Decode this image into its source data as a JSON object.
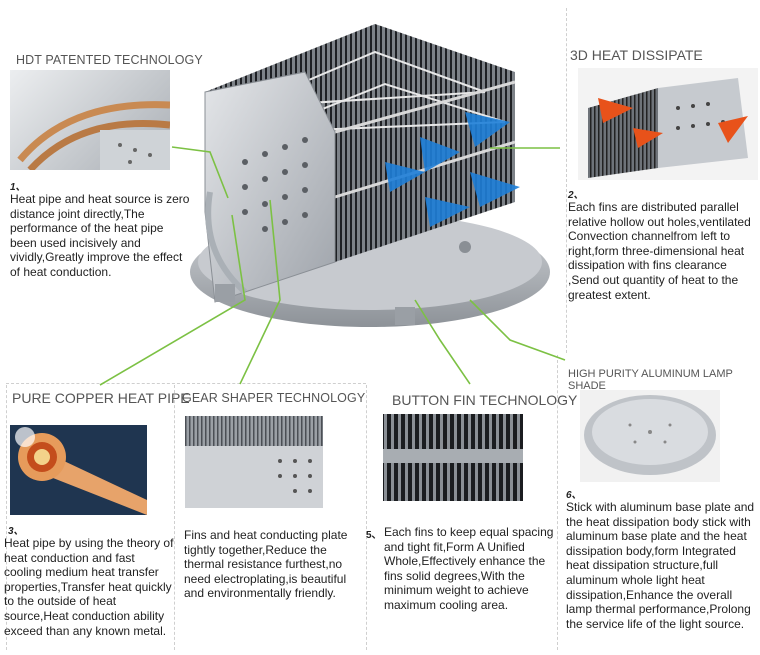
{
  "sections": {
    "s1": {
      "title": "HDT PATENTED TECHNOLOGY",
      "number": "1、",
      "text": "Heat pipe and heat source is zero distance joint directly,The performance of the heat pipe been used incisively and vividly,Greatly improve the effect of heat conduction."
    },
    "s2": {
      "title": "3D HEAT DISSIPATE",
      "number": "2、",
      "text": "Each fins are distributed parallel relative hollow out holes,ventilated Convection channelfrom left to right,form three-dimensional heat dissipation with fins clearance ,Send out quantity of heat to the greatest extent."
    },
    "s3": {
      "title": "PURE COPPER HEAT PIPE",
      "number": "3、",
      "text": "Heat pipe by using the theory of heat conduction and fast cooling medium heat transfer properties,Transfer heat quickly to the outside of heat source,Heat conduction ability exceed than any known metal."
    },
    "s4": {
      "title": "GEAR SHAPER  TECHNOLOGY",
      "text": "Fins and heat conducting plate tightly together,Reduce the thermal resistance furthest,no need electroplating,is beautiful and environmentally friendly."
    },
    "s5": {
      "title": "BUTTON FIN TECHNOLOGY",
      "number": "5、",
      "text": "Each fins to keep equal spacing and tight fit,Form A Unified Whole,Effectively enhance the fins solid degrees,With the minimum weight to achieve maximum cooling area."
    },
    "s6": {
      "title": "HIGH PURITY ALUMINUM LAMP SHADE",
      "number": "6、",
      "text": "Stick with aluminum base plate and the heat dissipation body stick with aluminum base plate and the heat dissipation body,form Integrated heat dissipation structure,full aluminum whole light heat dissipation,Enhance the overall lamp thermal performance,Prolong the service life of the light source."
    }
  },
  "colors": {
    "leader_line": "#7cc144",
    "airflow": "#1e7fd8",
    "heat_arrow": "#e8521a",
    "aluminum": "#b8bcc2"
  }
}
